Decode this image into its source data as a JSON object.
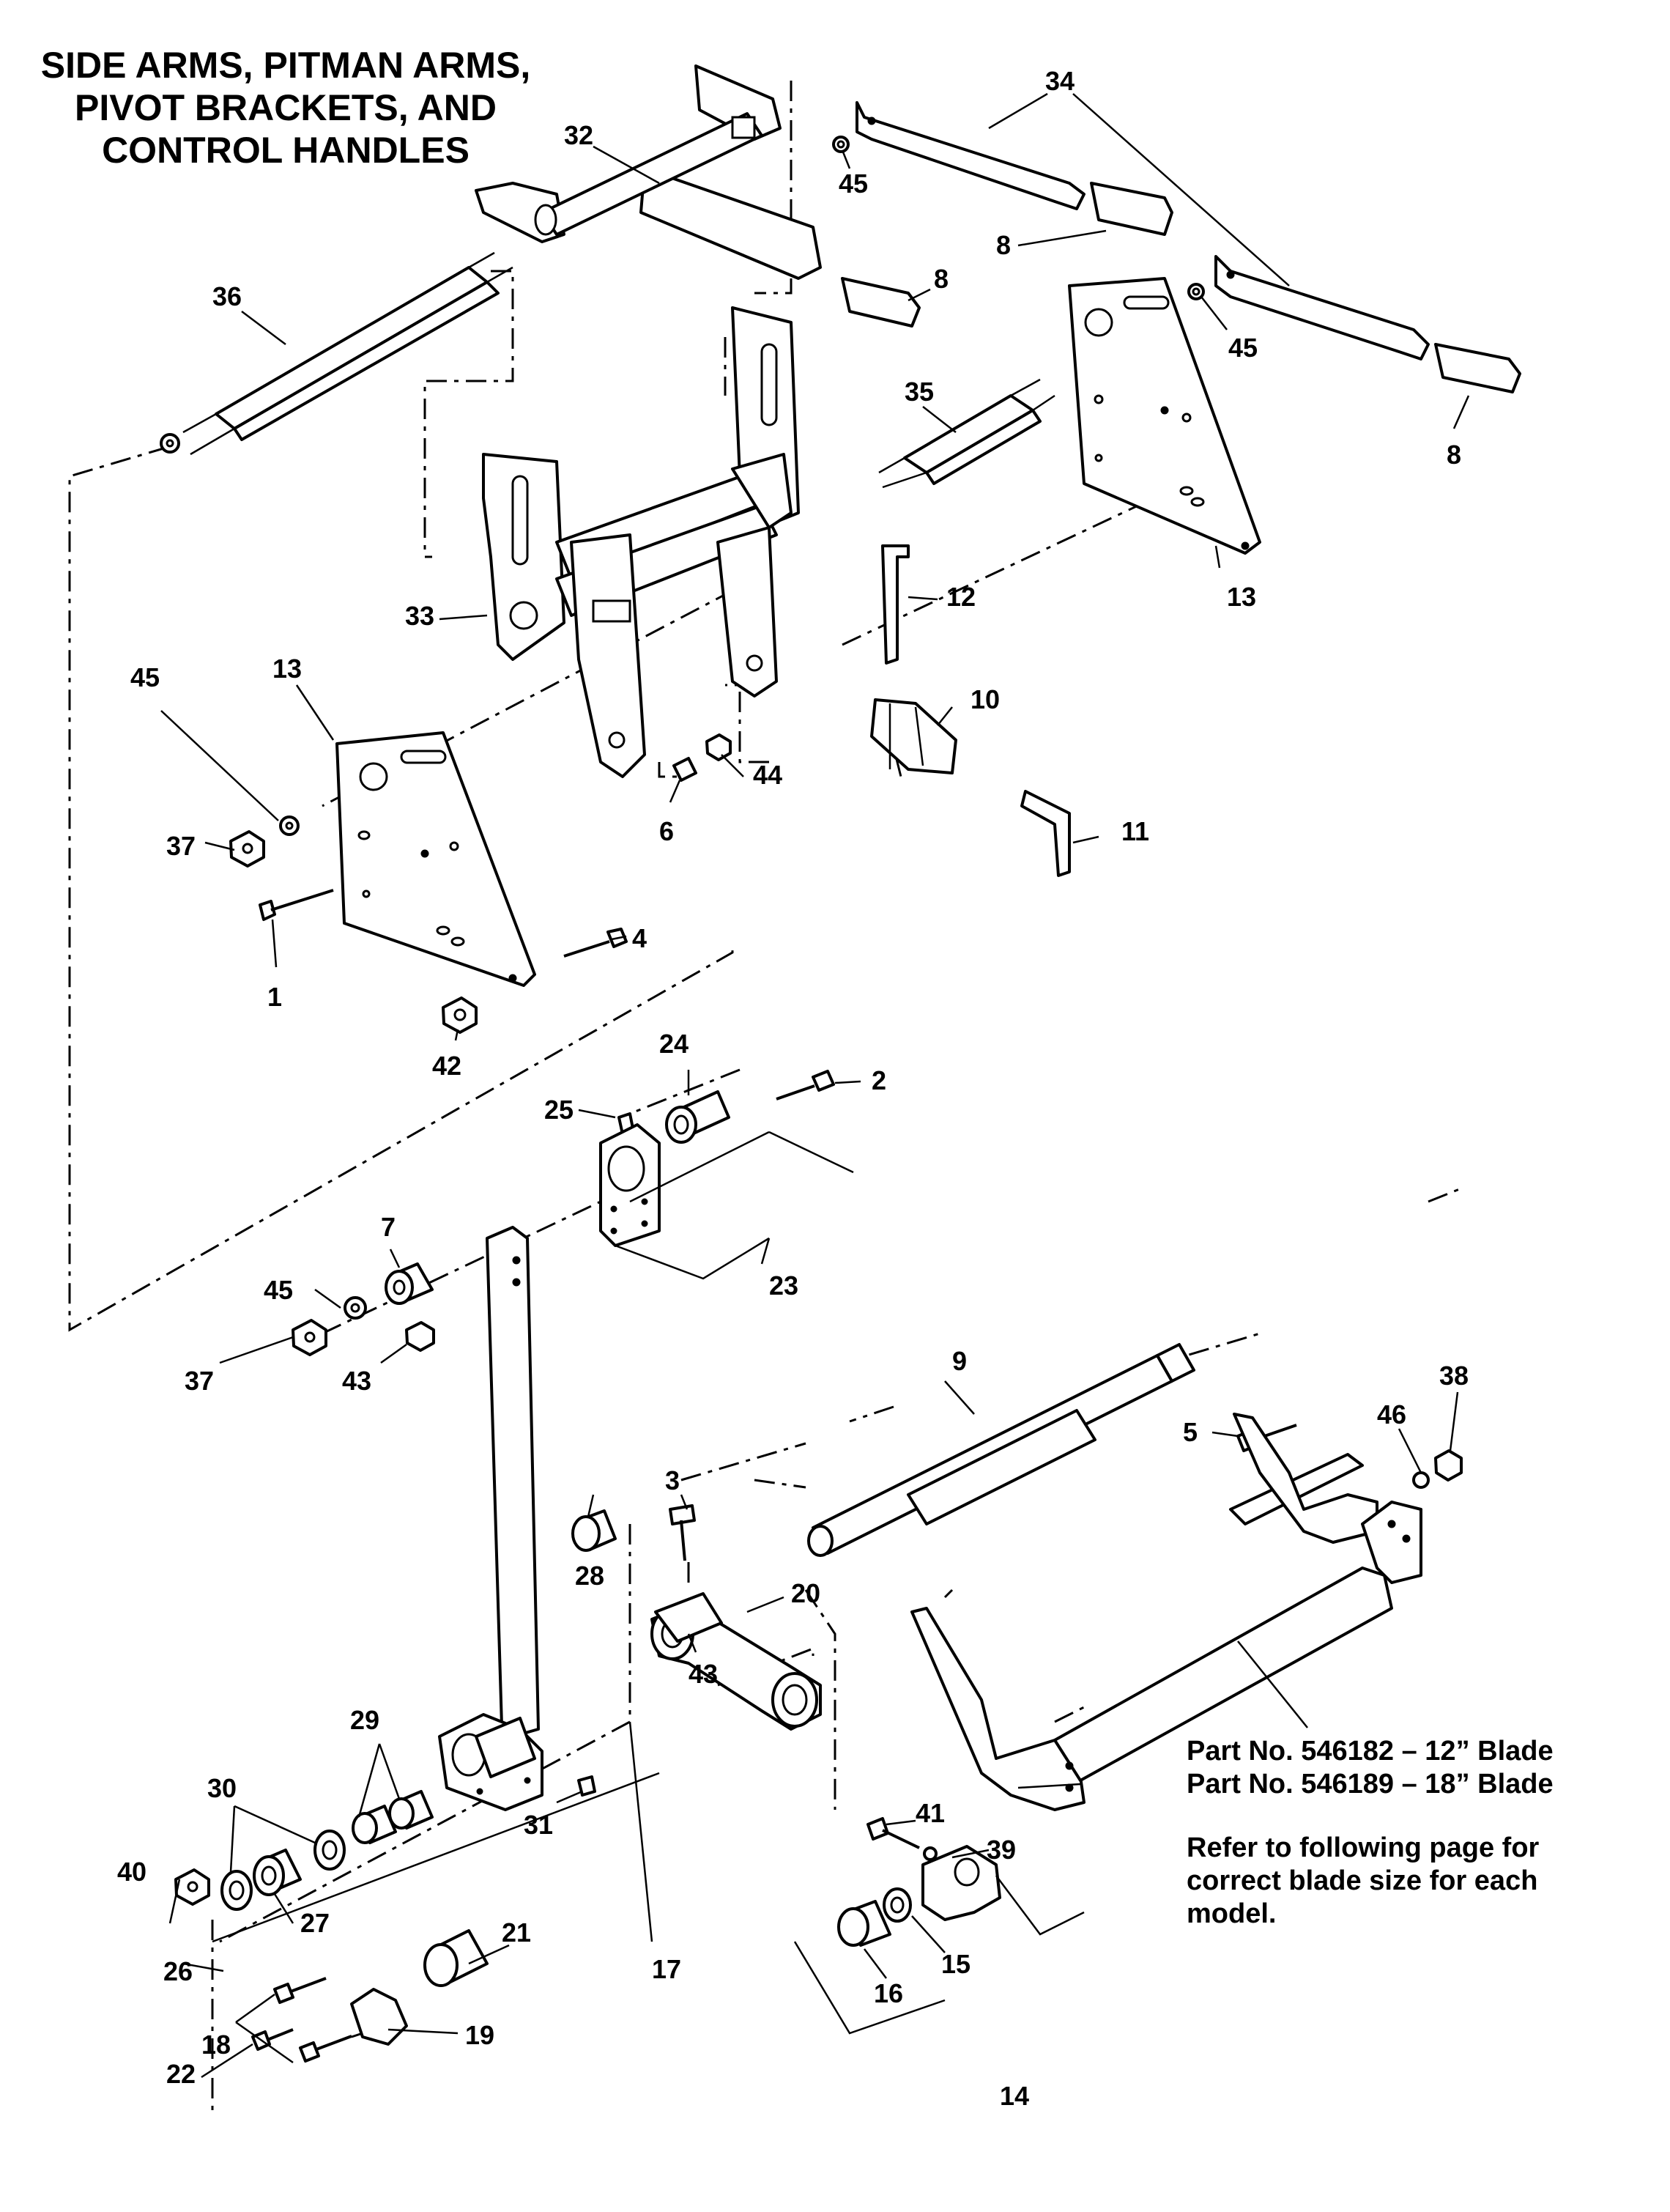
{
  "title": {
    "line1": "SIDE ARMS, PITMAN ARMS,",
    "line2": "PIVOT BRACKETS, AND",
    "line3": "CONTROL HANDLES"
  },
  "notes": {
    "part_12": "Part No. 546182 – 12” Blade",
    "part_18": "Part No. 546189 – 18” Blade",
    "refer_1": "Refer to following page for",
    "refer_2": "correct blade size for each",
    "refer_3": "model."
  },
  "callouts": {
    "c1": "1",
    "c2": "2",
    "c3": "3",
    "c4": "4",
    "c5": "5",
    "c6": "6",
    "c7": "7",
    "c8a": "8",
    "c8b": "8",
    "c8c": "8",
    "c9": "9",
    "c10": "10",
    "c11": "11",
    "c12": "12",
    "c13a": "13",
    "c13b": "13",
    "c14": "14",
    "c15": "15",
    "c16": "16",
    "c17": "17",
    "c18": "18",
    "c19": "19",
    "c20": "20",
    "c21": "21",
    "c22": "22",
    "c23": "23",
    "c24": "24",
    "c25": "25",
    "c26": "26",
    "c27": "27",
    "c28": "28",
    "c29": "29",
    "c30": "30",
    "c31": "31",
    "c32": "32",
    "c33": "33",
    "c34": "34",
    "c35": "35",
    "c36": "36",
    "c37a": "37",
    "c37b": "37",
    "c38": "38",
    "c39": "39",
    "c40": "40",
    "c41": "41",
    "c42": "42",
    "c43a": "43",
    "c43b": "43",
    "c44": "44",
    "c45a": "45",
    "c45b": "45",
    "c45c": "45",
    "c45d": "45",
    "c46": "46"
  }
}
